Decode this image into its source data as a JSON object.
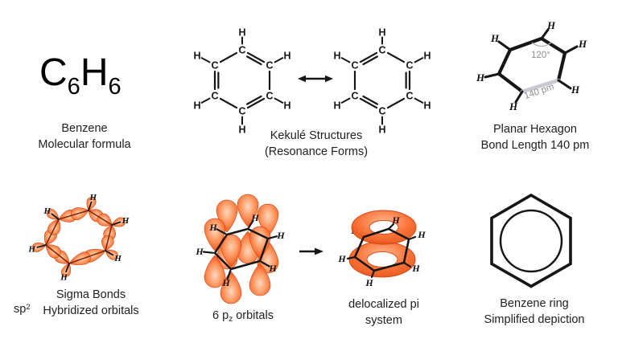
{
  "page": {
    "background": "#ffffff"
  },
  "labels": {
    "carbon": "C",
    "hydrogen": "H"
  },
  "formula_panel": {
    "formula": {
      "c": "C",
      "c_sub": "6",
      "h": "H",
      "h_sub": "6"
    },
    "caption": [
      "Benzene",
      "Molecular formula"
    ]
  },
  "kekule_panel": {
    "caption": [
      "Kekulé Structures",
      "(Resonance Forms)"
    ]
  },
  "planar_panel": {
    "caption": [
      "Planar Hexagon",
      "Bond Length 140 pm"
    ],
    "angle_label": "120°",
    "bond_length_label": "140 pm"
  },
  "sigma_panel": {
    "caption": [
      "Sigma Bonds",
      "Hybridized orbitals"
    ],
    "hybridization": {
      "base": "sp",
      "sup": "2"
    }
  },
  "pz_panel": {
    "caption_prefix": "6 p",
    "caption_sub": "z",
    "caption_suffix": "orbitals"
  },
  "pi_panel": {
    "caption": [
      "delocalized pi",
      "system"
    ]
  },
  "ring_panel": {
    "caption": [
      "Benzene ring",
      "Simplified depiction"
    ]
  },
  "colors": {
    "orbital_orange": "#f75c1e",
    "orbital_light": "#ffc9ad",
    "orbital_edge": "#d2440e",
    "bond_black": "#161616",
    "gray_label": "#8f8f8f",
    "highlighted_bond": "#c9c9d4"
  }
}
